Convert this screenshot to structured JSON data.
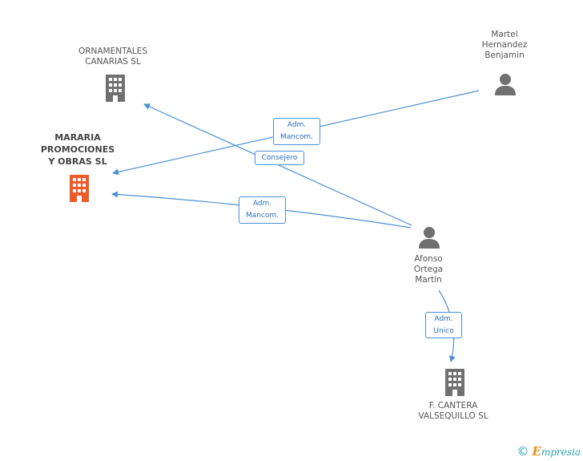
{
  "nodes": {
    "ornamentales": {
      "label": "ORNAMENTALES\nCANARIAS SL"
    },
    "mararia": {
      "label": "MARARIA\nPROMOCIONES\nY OBRAS SL"
    },
    "martel": {
      "label": "Martel\nHernandez\nBenjamin"
    },
    "afonso": {
      "label": "Afonso\nOrtega\nMartin"
    },
    "cantera": {
      "label": "F.  CANTERA\nVALSEQUILLO SL"
    }
  },
  "edges": {
    "martel_mararia": {
      "label": "Adm.\nMancom."
    },
    "afonso_ornamentales": {
      "label": "Consejero"
    },
    "afonso_mararia": {
      "label": "Adm.\nMancom."
    },
    "afonso_cantera": {
      "label": "Adm.\nUnico"
    }
  },
  "footer": {
    "copyright": "©",
    "brand_first": "E",
    "brand_rest": "mpresia"
  },
  "colors": {
    "edge": "#4a90d9",
    "company_icon": "#707070",
    "focus_company_icon": "#f05a28",
    "person_icon": "#707070",
    "brand": "#2a9fb0",
    "brand_accent": "#f08a1c"
  }
}
